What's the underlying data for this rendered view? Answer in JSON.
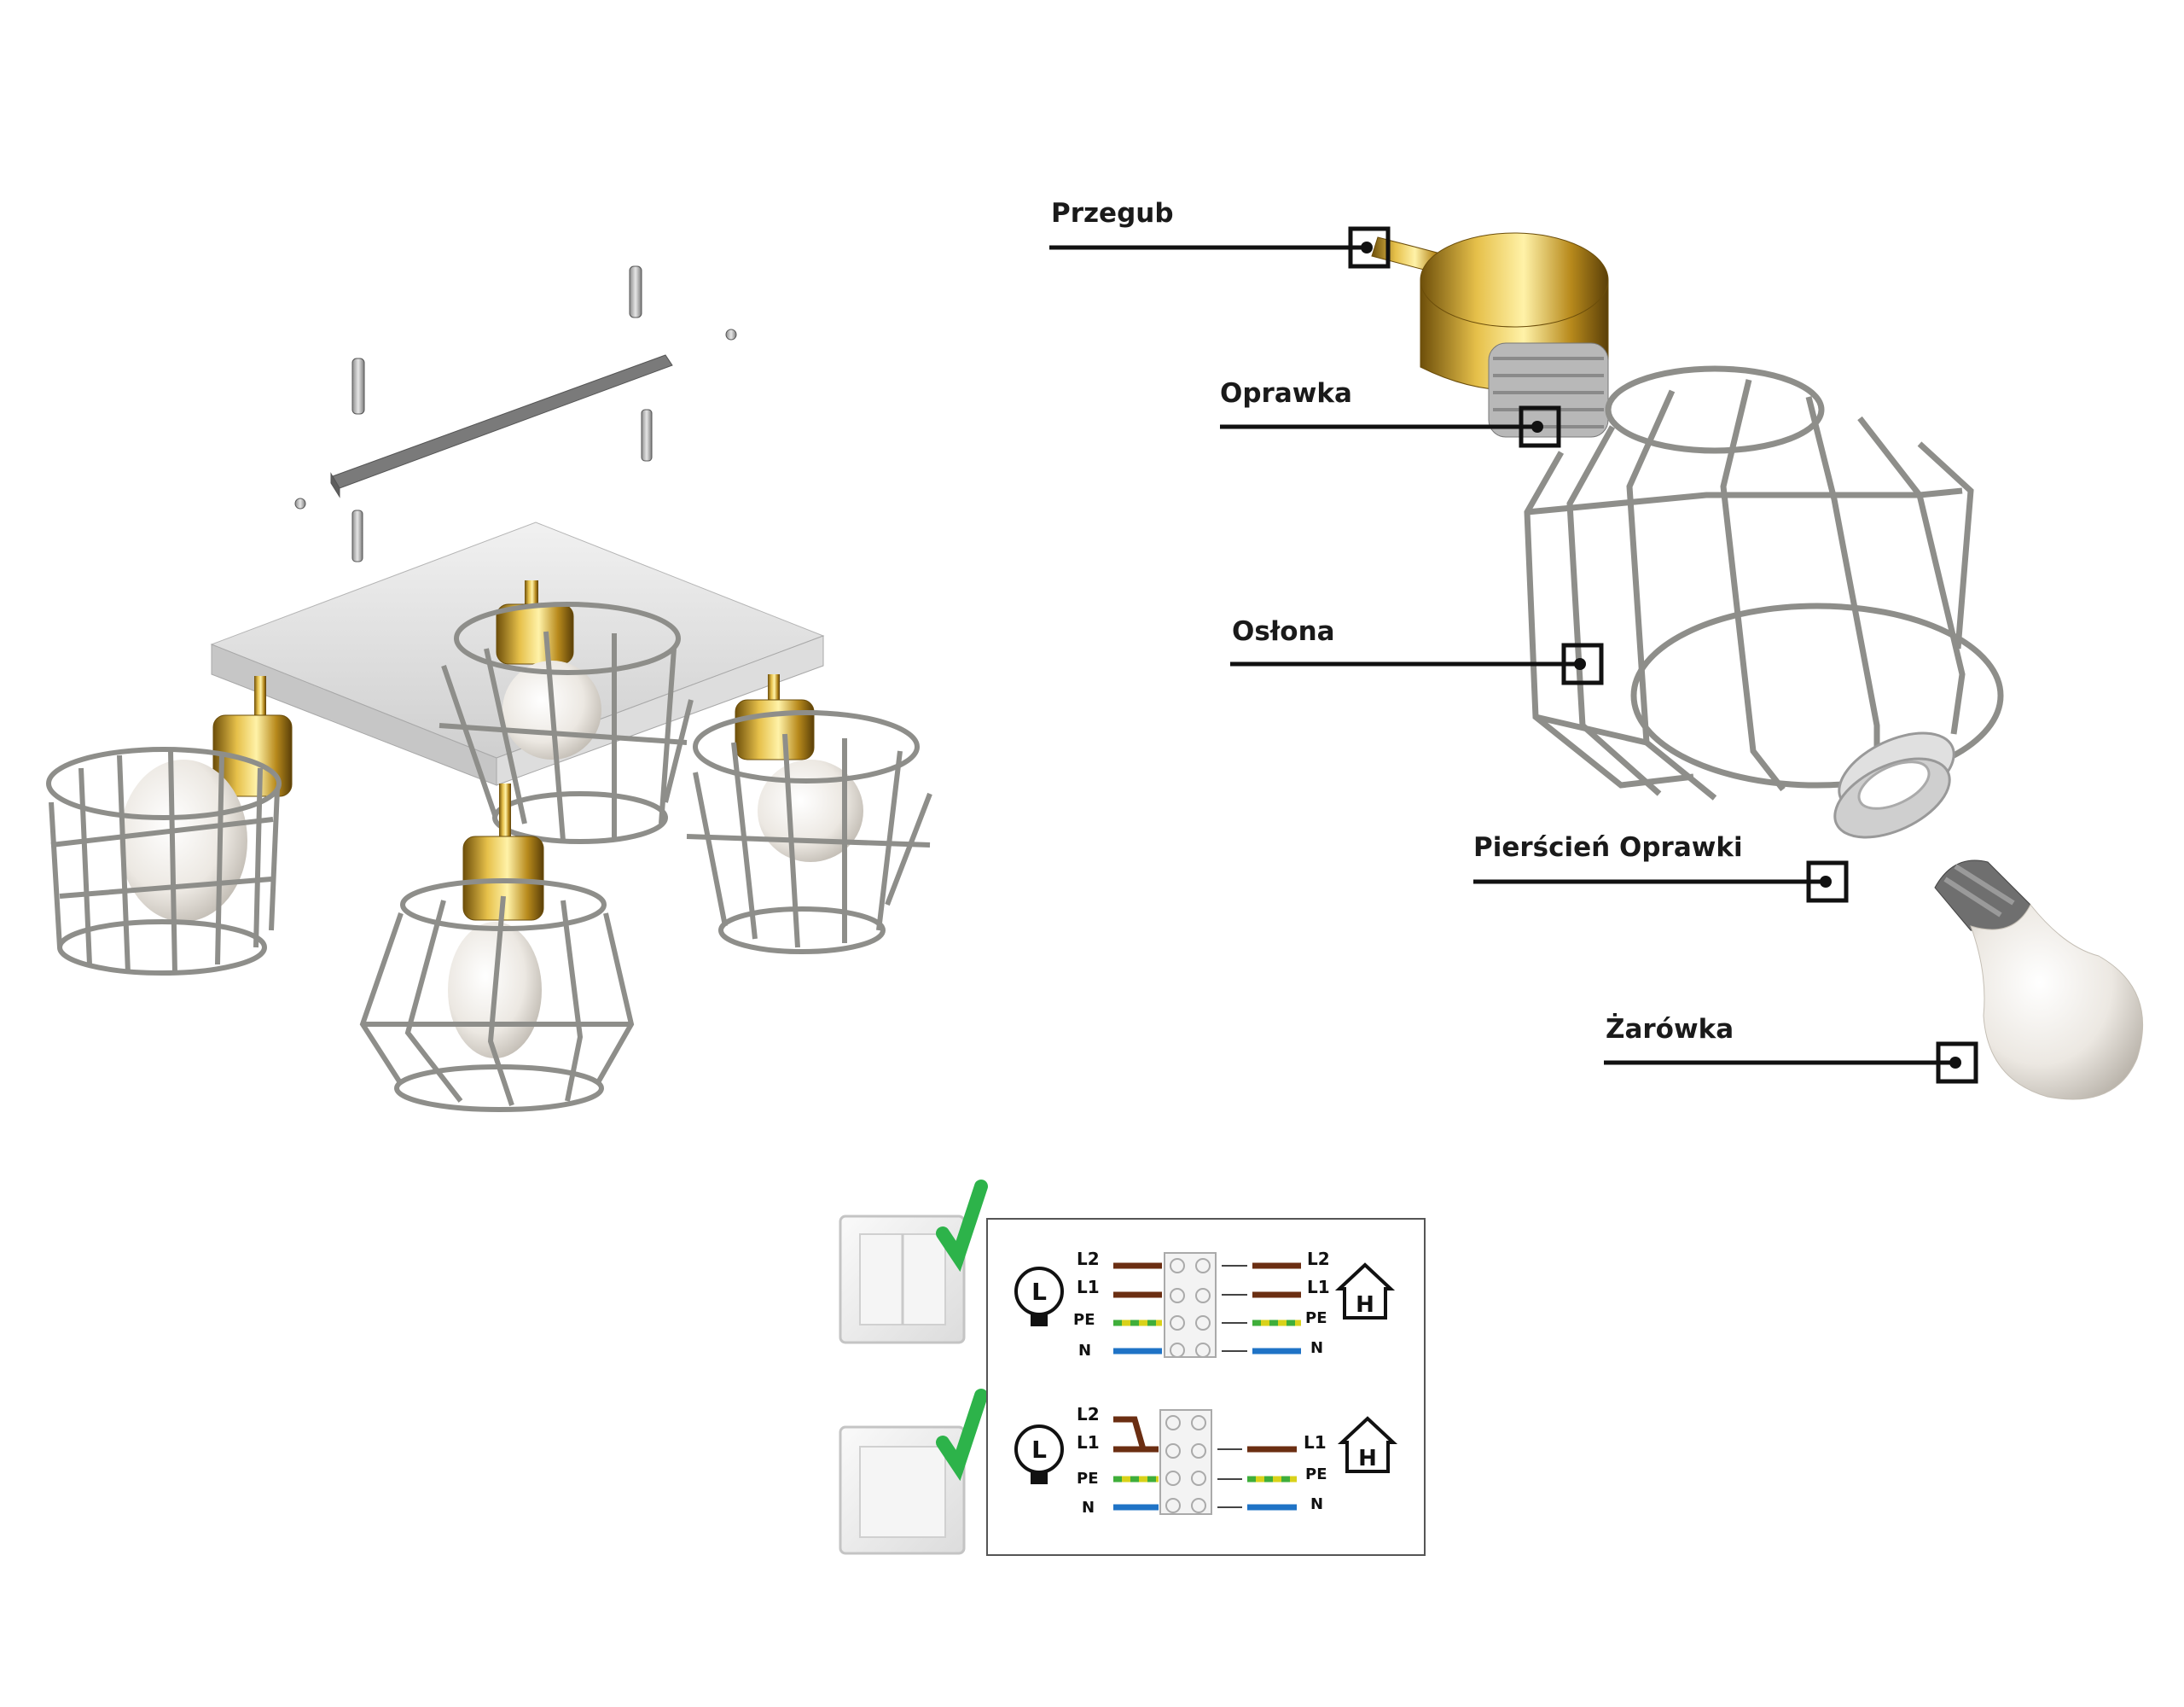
{
  "callouts": [
    {
      "id": "joint",
      "label": "Przegub"
    },
    {
      "id": "socket",
      "label": "Oprawka"
    },
    {
      "id": "shade",
      "label": "Osłona"
    },
    {
      "id": "socket-ring",
      "label": "Pierścień Oprawki"
    },
    {
      "id": "bulb",
      "label": "Żarówka"
    }
  ],
  "wiring": {
    "double_switch": {
      "lamp_symbol": "L",
      "home_symbol": "H",
      "left": [
        "L2",
        "L1",
        "PE",
        "N"
      ],
      "right": [
        "L2",
        "L1",
        "PE",
        "N"
      ]
    },
    "single_switch": {
      "lamp_symbol": "L",
      "home_symbol": "H",
      "left": [
        "L2",
        "L1",
        "PE",
        "N"
      ],
      "right": [
        "L1",
        "PE",
        "N"
      ]
    },
    "wire_colors": {
      "phase": "#6b2e12",
      "earth_yellow": "#d9d21a",
      "earth_green": "#3fae3a",
      "neutral": "#1f73c6"
    },
    "check_color": "#2db34a"
  }
}
